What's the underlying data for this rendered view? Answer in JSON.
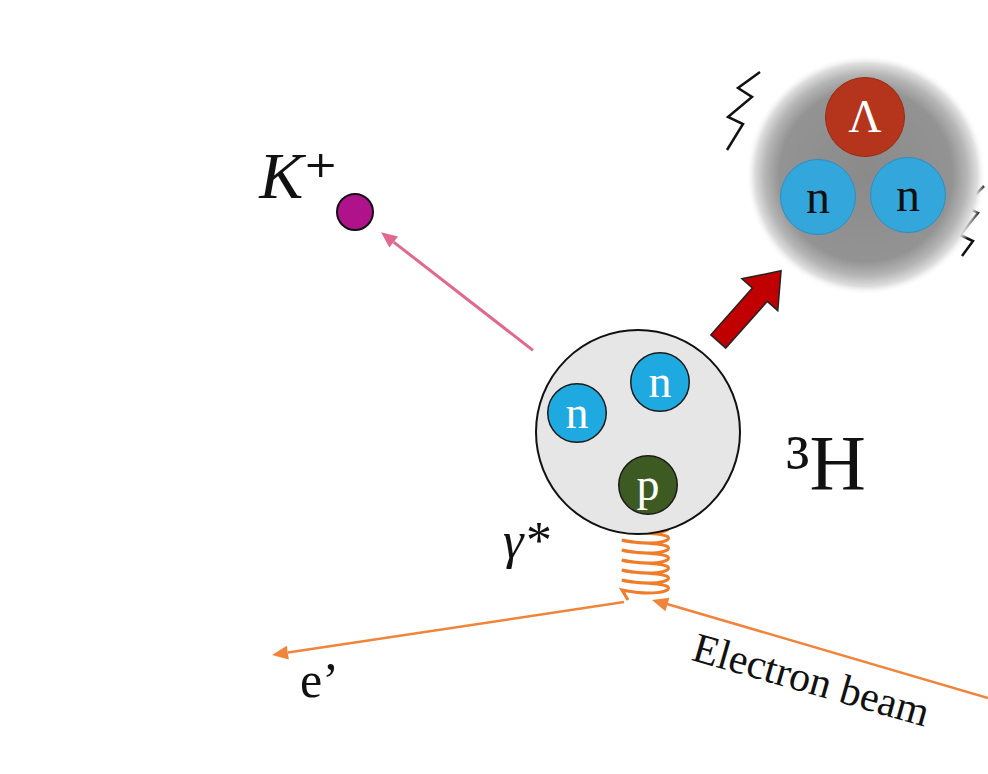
{
  "diagram": {
    "nodes": [
      {
        "text": [
          "³H"
        ]
      },
      {
        "text": [
          "n"
        ],
        "in": 0
      },
      {
        "text": [
          "n"
        ],
        "in": 0
      },
      {
        "text": [
          "p"
        ],
        "in": 0
      },
      {
        "text": []
      },
      {
        "text": [
          "Λ"
        ],
        "in": 4
      },
      {
        "text": [
          "n"
        ],
        "in": 4
      },
      {
        "text": [
          "n"
        ],
        "in": 4
      },
      {
        "text": [
          "K⁺"
        ]
      }
    ],
    "edges": [
      {
        "from": 0,
        "to": 8,
        "arrow": "to"
      },
      {
        "from": 0,
        "to": 4,
        "arrow": "to"
      }
    ],
    "labels": [
      "γ*",
      "e’",
      "Electron beam"
    ]
  }
}
